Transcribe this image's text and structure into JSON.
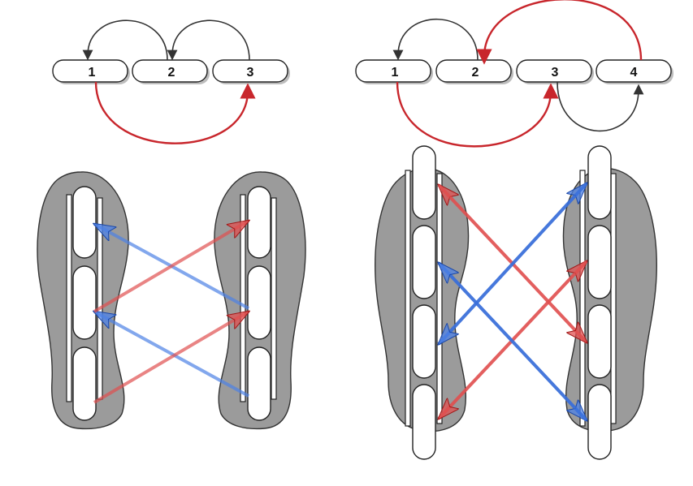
{
  "left_diagram": {
    "positions": [
      "1",
      "2",
      "3"
    ]
  },
  "right_diagram": {
    "positions": [
      "1",
      "2",
      "3",
      "4"
    ]
  },
  "colors": {
    "rotation_red": "#c8262c",
    "rotation_blue": "#3a6fd9",
    "rotation_black": "#333333",
    "sole_gray": "#9b9b9b"
  }
}
